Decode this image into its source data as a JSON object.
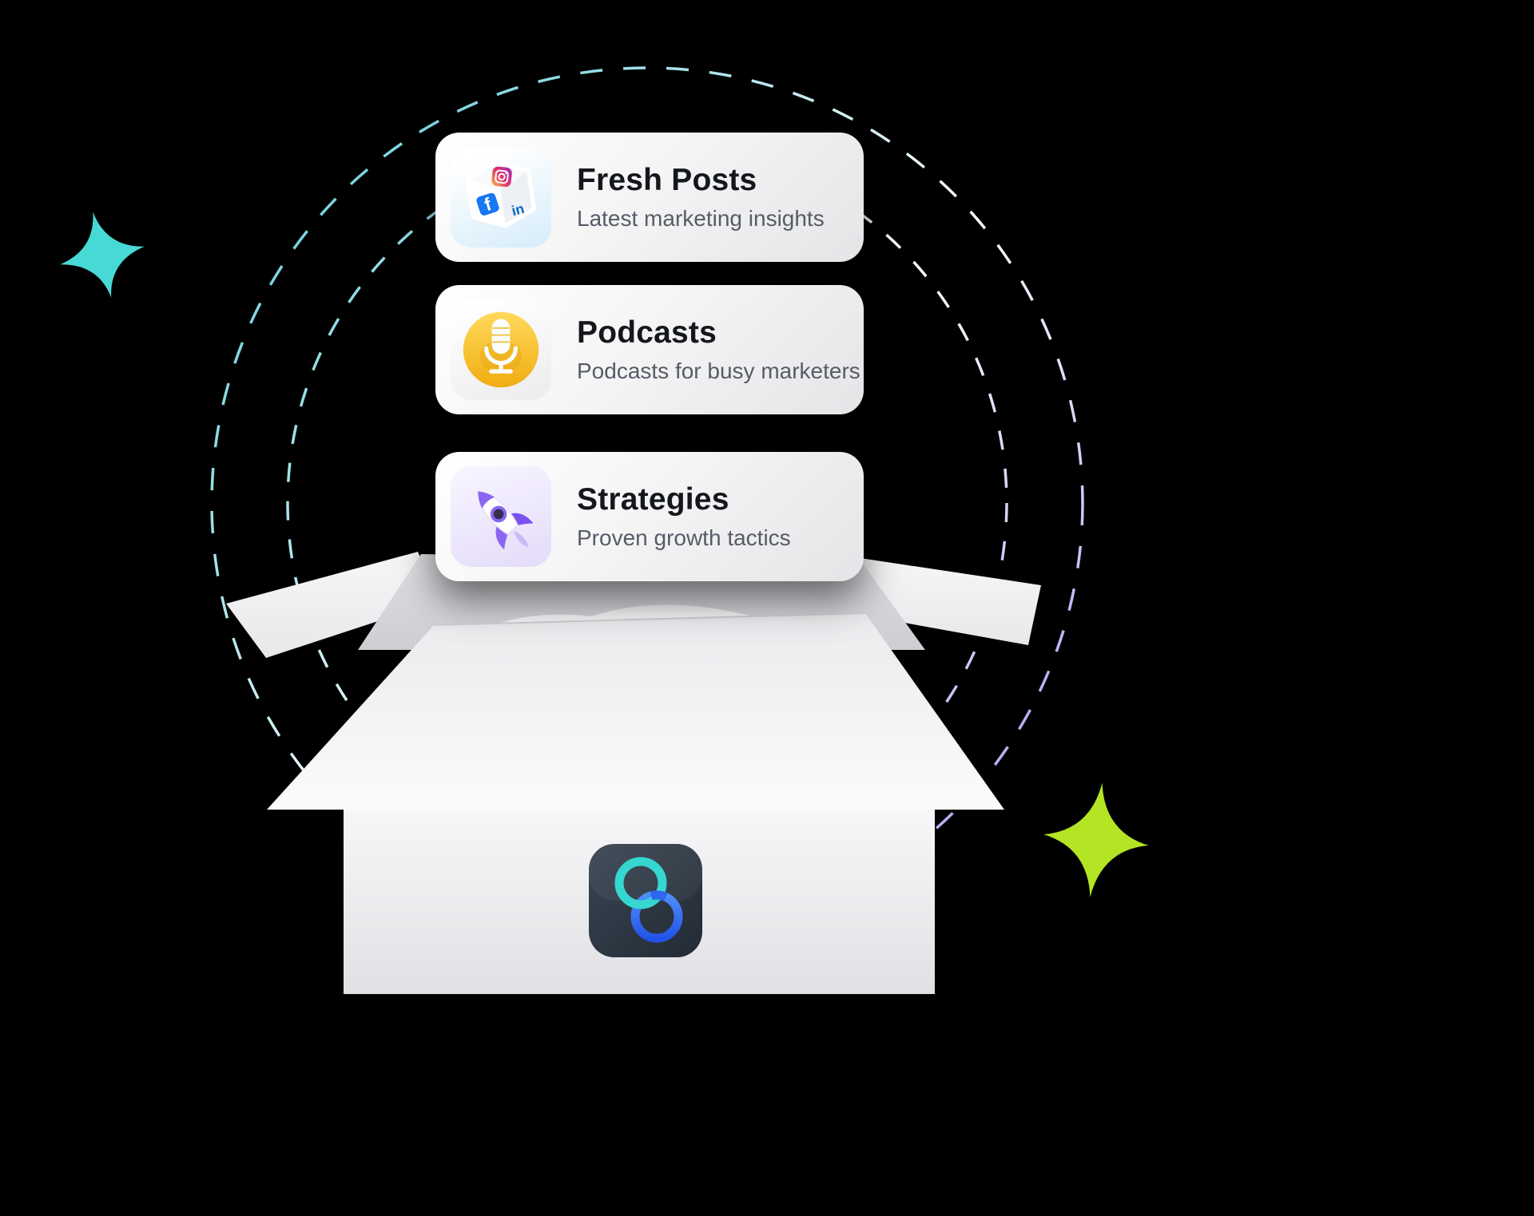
{
  "graphic": {
    "background": "#000000",
    "subject": "open-box-with-feature-cards"
  },
  "cards": [
    {
      "title": "Fresh Posts",
      "subtitle": "Latest marketing insights",
      "icon": "social-media-cube"
    },
    {
      "title": "Podcasts",
      "subtitle": "Podcasts for busy marketers",
      "icon": "microphone"
    },
    {
      "title": "Strategies",
      "subtitle": "Proven growth tactics",
      "icon": "rocket"
    }
  ],
  "cube_icon": {
    "facebook_label": "f",
    "linkedin_label": "in"
  },
  "colors": {
    "facebook_blue": "#1877f2",
    "instagram_gradient": [
      "#fdbb4b",
      "#e1306c",
      "#9b30c1"
    ],
    "linkedin_blue": "#0a66c2",
    "microphone_gold": "#f5b916",
    "rocket_purple": "#8a66f2",
    "orbit_teal": "#59cbdb",
    "orbit_white": "#ffffff",
    "orbit_purple": "#8f7ef2",
    "sparkle_teal": "#47d9d5",
    "sparkle_green": "#b4e524",
    "logo_background": "#2b3541",
    "logo_ring_teal": "#35d7d0",
    "logo_ring_blue": "#2f66ee"
  }
}
